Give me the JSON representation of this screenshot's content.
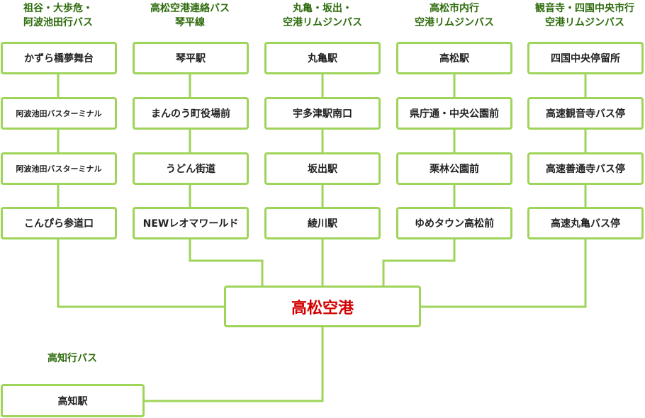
{
  "routes": [
    {
      "title_line1": "祖谷・大歩危・",
      "title_line2": "阿波池田行バス",
      "stops": [
        "かずら橋夢舞台",
        "阿波池田バスターミナル",
        "阿波池田バスターミナル",
        "こんぴら参道口"
      ]
    },
    {
      "title_line1": "高松空港連絡バス",
      "title_line2": "琴平線",
      "stops": [
        "琴平駅",
        "まんのう町役場前",
        "うどん街道",
        "NEWレオマワールド"
      ]
    },
    {
      "title_line1": "丸亀・坂出・",
      "title_line2": "空港リムジンバス",
      "stops": [
        "丸亀駅",
        "宇多津駅南口",
        "坂出駅",
        "綾川駅"
      ]
    },
    {
      "title_line1": "高松市内行",
      "title_line2": "空港リムジンバス",
      "stops": [
        "高松駅",
        "県庁通・中央公園前",
        "栗林公園前",
        "ゆめタウン高松前"
      ]
    },
    {
      "title_line1": "観音寺・四国中央市行",
      "title_line2": "空港リムジンバス",
      "stops": [
        "四国中央停留所",
        "高速観音寺バス停",
        "高速善通寺バス停",
        "高速丸亀バス停"
      ]
    }
  ],
  "airport": {
    "label": "高松空港"
  },
  "kochi": {
    "title": "高知行バス",
    "stop": "高知駅"
  },
  "colors": {
    "line": "#9fd45a",
    "heading": "#2e6b0c",
    "airport_text": "#d40000"
  }
}
